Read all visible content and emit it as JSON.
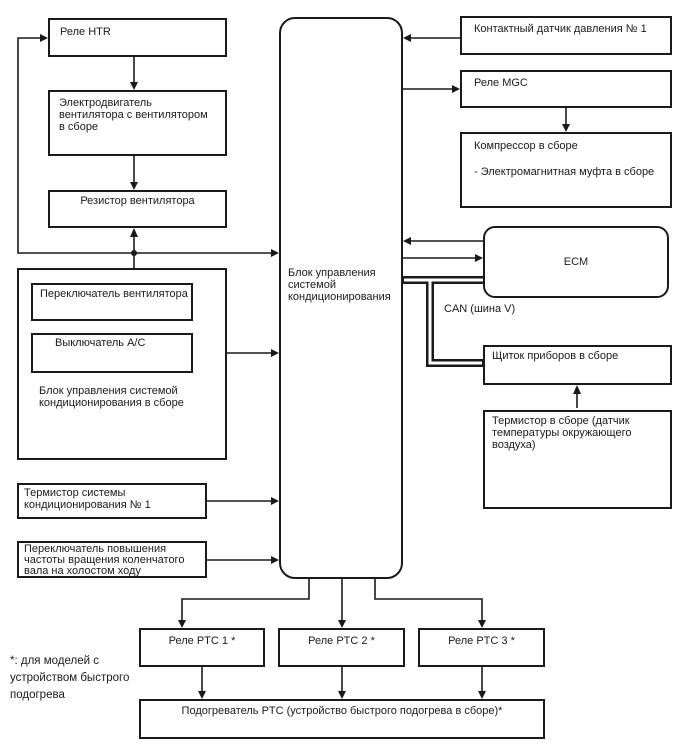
{
  "boxes": {
    "htr_relay": {
      "label": "Реле HTR"
    },
    "fan_motor": {
      "lines": [
        "Электродвигатель",
        "вентилятора с вентилятором",
        "в сборе"
      ]
    },
    "fan_resistor": {
      "label": "Резистор вентилятора"
    },
    "fan_switch": {
      "label": "Переключатель вентилятора"
    },
    "ac_switch": {
      "label": "Выключатель A/C"
    },
    "ac_control_assembly": {
      "lines": [
        "Блок управления системой",
        "кондиционирования в сборе"
      ]
    },
    "ac_thermistor": {
      "lines": [
        "Термистор системы",
        "кондиционирования № 1"
      ]
    },
    "idle_up_switch": {
      "lines": [
        "Переключатель повышения",
        "частоты вращения коленчатого",
        "вала на холостом ходу"
      ]
    },
    "ac_control_unit": {
      "lines": [
        "Блок управления",
        "системой",
        "кондиционирования"
      ]
    },
    "pressure_sensor": {
      "label": "Контактный датчик давления № 1"
    },
    "mgc_relay": {
      "label": "Реле MGC"
    },
    "compressor": {
      "line1": "Компрессор в сборе",
      "line2": "- Электромагнитная муфта в сборе"
    },
    "ecm": {
      "label": "ECM"
    },
    "instrument_panel": {
      "label": "Щиток приборов в сборе"
    },
    "ambient_thermistor": {
      "lines": [
        "Термистор в сборе (датчик",
        "температуры окружающего",
        "воздуха)"
      ]
    },
    "ptc_relay_1": {
      "label": "Реле PTC 1 *"
    },
    "ptc_relay_2": {
      "label": "Реле PTC 2 *"
    },
    "ptc_relay_3": {
      "label": "Реле PTC 3 *"
    },
    "ptc_heater": {
      "label": "Подогреватель PTC (устройство быстрого подогрева в сборе)*"
    }
  },
  "labels": {
    "can_bus": "CAN (шина V)",
    "note_lines": [
      "*: для моделей с",
      "устройством быстрого",
      "подогрева"
    ]
  },
  "colors": {
    "line": "#1a1a1a",
    "background": "#ffffff"
  }
}
